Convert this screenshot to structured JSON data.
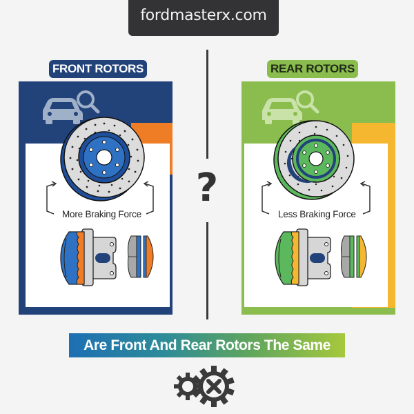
{
  "header": {
    "site_name": "fordmasterx.com"
  },
  "front": {
    "label": "FRONT ROTORS",
    "caption": "More Braking Force",
    "colors": {
      "panel": "#22427a",
      "accent": "#ee7d25",
      "rotor_hub": "#2f72c4",
      "caliper": "#2f72c4",
      "caliper_pad": "#ee7d25"
    }
  },
  "rear": {
    "label": "REAR ROTORS",
    "caption": "Less Braking Force",
    "colors": {
      "panel": "#8bbd4e",
      "accent": "#f5b630",
      "rotor_hub": "#5cb85c",
      "caliper": "#5cb85c",
      "caliper_pad": "#f5b630"
    }
  },
  "center": {
    "symbol": "?"
  },
  "title": {
    "text": "Are Front And Rear Rotors The Same"
  },
  "icons": {
    "car_search": "car-search-icon",
    "rotor": "brake-rotor-icon",
    "caliper": "brake-caliper-icon",
    "pads": "brake-pads-icon",
    "gears_x": "gears-x-icon"
  }
}
